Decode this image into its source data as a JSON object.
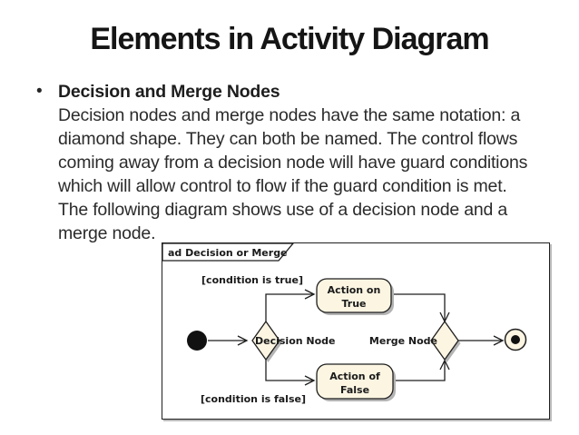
{
  "slide": {
    "title": "Elements in Activity Diagram",
    "bullet_glyph": "•",
    "bullet_heading": "Decision and Merge Nodes",
    "body_lines": [
      "Decision nodes and merge nodes have the same notation: a",
      "diamond shape. They can both be named. The control flows",
      "coming away from a decision node will have guard conditions",
      "which will allow control to flow if the guard condition is met.",
      "The following diagram shows use of a decision node and a",
      "merge node."
    ]
  },
  "diagram": {
    "frame_label": "ad Decision or Merge",
    "guard_true": "[condition is true]",
    "guard_false": "[condition is false]",
    "decision_label": "Decision Node",
    "merge_label": "Merge Node",
    "action_true_line1": "Action on",
    "action_true_line2": "True",
    "action_false_line1": "Action of",
    "action_false_line2": "False",
    "colors": {
      "node_fill": "#FBF5E2",
      "node_border": "#1F1F1F",
      "shadow": "#B4B4B4",
      "text": "#1A1A1A",
      "slide_text": "#2B2B2B",
      "background": "#FFFFFF"
    }
  }
}
